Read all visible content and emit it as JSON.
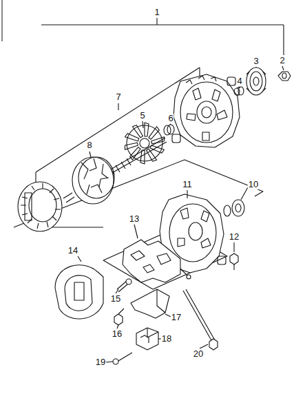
{
  "diagram": {
    "labels": [
      "1",
      "2",
      "3",
      "4",
      "5",
      "6",
      "7",
      "8",
      "10",
      "11",
      "12",
      "13",
      "14",
      "15",
      "16",
      "17",
      "18",
      "19",
      "20"
    ]
  }
}
